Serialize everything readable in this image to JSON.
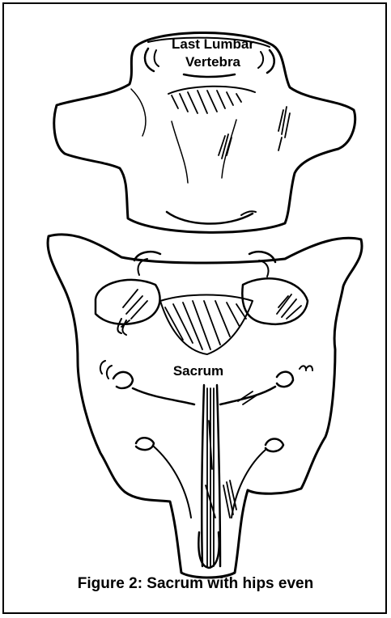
{
  "labels": {
    "lumbar_line1": "Last Lumbar",
    "lumbar_line2": "Vertebra",
    "sacrum": "Sacrum"
  },
  "caption": "Figure 2:  Sacrum with hips even",
  "colors": {
    "ink": "#000000",
    "background": "#ffffff"
  }
}
